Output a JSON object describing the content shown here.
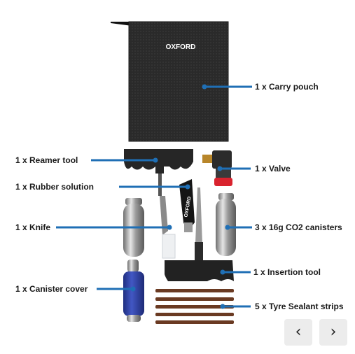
{
  "product": {
    "brand_logo": "OXFORD",
    "tool_logo": "OXFORD"
  },
  "labels": {
    "carry_pouch": "1 x Carry pouch",
    "reamer_tool": "1 x Reamer tool",
    "valve": "1 x Valve",
    "rubber_solution": "1 x Rubber solution",
    "knife": "1 x Knife",
    "co2_canisters": "3 x 16g CO2 canisters",
    "insertion_tool": "1 x Insertion tool",
    "canister_cover": "1 x Canister cover",
    "sealant_strips": "5 x Tyre Sealant strips"
  },
  "nav": {
    "prev_icon": "chevron-left-icon",
    "next_icon": "chevron-right-icon",
    "prev_glyph": "‹",
    "next_glyph": "›"
  },
  "colors": {
    "pointer_line": "#1f6fb5",
    "pouch": "#2b2b2b",
    "valve_red": "#d9232e",
    "canister_cover_blue": "#2a3f9e",
    "sealant_strip": "#6a3a22"
  }
}
